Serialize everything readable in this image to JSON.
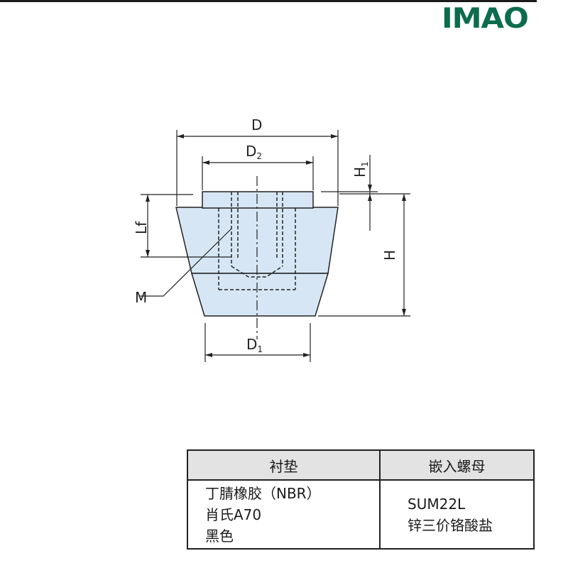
{
  "brand": {
    "logo_text": "IMAO",
    "logo_color": "#0d6b4e"
  },
  "drawing": {
    "labels": {
      "D": "D",
      "D2": "D",
      "D2_sub": "2",
      "D1": "D",
      "D1_sub": "1",
      "H": "H",
      "H1": "H",
      "H1_sub": "1",
      "Lf": "Lf",
      "M": "M"
    },
    "fill_color": "#d6e6f4"
  },
  "spec_table": {
    "headers": [
      "衬垫",
      "嵌入螺母"
    ],
    "cells": {
      "pad": [
        "丁腈橡胶（NBR）",
        "肖氏A70",
        "黑色"
      ],
      "nut": [
        "SUM22L",
        "锌三价铬酸盐"
      ]
    }
  }
}
